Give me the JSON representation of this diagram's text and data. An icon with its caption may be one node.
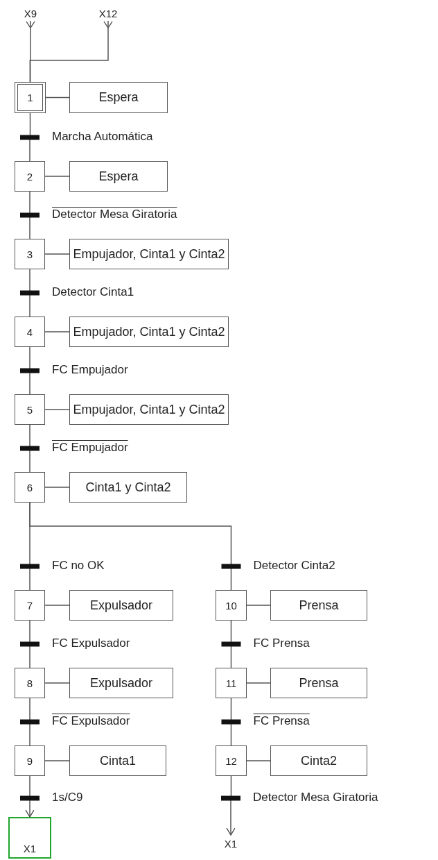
{
  "diagram": {
    "nodes": [
      {
        "text": [
          "X9"
        ]
      },
      {
        "text": [
          "X12"
        ]
      },
      {
        "text": [
          "1"
        ]
      },
      {
        "text": [
          "Espera"
        ]
      },
      {
        "text": [
          "2"
        ]
      },
      {
        "text": [
          "Espera"
        ]
      },
      {
        "text": [
          "3"
        ]
      },
      {
        "text": [
          "Empujador, Cinta1 y Cinta2"
        ]
      },
      {
        "text": [
          "4"
        ]
      },
      {
        "text": [
          "Empujador, Cinta1 y Cinta2"
        ]
      },
      {
        "text": [
          "5"
        ]
      },
      {
        "text": [
          "Empujador, Cinta1 y Cinta2"
        ]
      },
      {
        "text": [
          "6"
        ]
      },
      {
        "text": [
          "Cinta1 y Cinta2"
        ]
      },
      {
        "text": [
          "7"
        ]
      },
      {
        "text": [
          "Expulsador"
        ]
      },
      {
        "text": [
          "10"
        ]
      },
      {
        "text": [
          "Prensa"
        ]
      },
      {
        "text": [
          "8"
        ]
      },
      {
        "text": [
          "Expulsador"
        ]
      },
      {
        "text": [
          "11"
        ]
      },
      {
        "text": [
          "Prensa"
        ]
      },
      {
        "text": [
          "9"
        ]
      },
      {
        "text": [
          "Cinta1"
        ]
      },
      {
        "text": [
          "12"
        ]
      },
      {
        "text": [
          "Cinta2"
        ]
      },
      {
        "text": [
          "X1"
        ]
      },
      {
        "text": [
          "X1"
        ]
      }
    ],
    "edges": [
      {
        "from": 0,
        "to": 2,
        "arrow": "none"
      },
      {
        "from": 1,
        "to": 2,
        "arrow": "none"
      },
      {
        "from": 2,
        "to": 3,
        "arrow": "none"
      },
      {
        "from": 2,
        "to": 4,
        "arrow": "none",
        "label": "Marcha Automática"
      },
      {
        "from": 4,
        "to": 5,
        "arrow": "none"
      },
      {
        "from": 4,
        "to": 6,
        "arrow": "none",
        "label": "Detector Mesa Giratoria"
      },
      {
        "from": 6,
        "to": 7,
        "arrow": "none"
      },
      {
        "from": 6,
        "to": 8,
        "arrow": "none",
        "label": "Detector Cinta1"
      },
      {
        "from": 8,
        "to": 9,
        "arrow": "none"
      },
      {
        "from": 8,
        "to": 10,
        "arrow": "none",
        "label": "FC Empujador"
      },
      {
        "from": 10,
        "to": 11,
        "arrow": "none"
      },
      {
        "from": 10,
        "to": 12,
        "arrow": "none",
        "label": "FC Empujador"
      },
      {
        "from": 12,
        "to": 13,
        "arrow": "none"
      },
      {
        "from": 12,
        "to": 14,
        "arrow": "none",
        "label": "FC no OK"
      },
      {
        "from": 12,
        "to": 16,
        "arrow": "none",
        "label": "Detector Cinta2"
      },
      {
        "from": 14,
        "to": 15,
        "arrow": "none"
      },
      {
        "from": 14,
        "to": 18,
        "arrow": "none",
        "label": "FC Expulsador"
      },
      {
        "from": 16,
        "to": 17,
        "arrow": "none"
      },
      {
        "from": 16,
        "to": 20,
        "arrow": "none",
        "label": "FC Prensa"
      },
      {
        "from": 18,
        "to": 19,
        "arrow": "none"
      },
      {
        "from": 18,
        "to": 22,
        "arrow": "none",
        "label": "FC Expulsador"
      },
      {
        "from": 20,
        "to": 21,
        "arrow": "none"
      },
      {
        "from": 20,
        "to": 24,
        "arrow": "none",
        "label": "FC Prensa"
      },
      {
        "from": 22,
        "to": 23,
        "arrow": "none"
      },
      {
        "from": 22,
        "to": 26,
        "arrow": "to",
        "label": "1s/C9"
      },
      {
        "from": 24,
        "to": 25,
        "arrow": "none"
      },
      {
        "from": 24,
        "to": 27,
        "arrow": "to",
        "label": "Detector Mesa Giratoria"
      }
    ]
  }
}
